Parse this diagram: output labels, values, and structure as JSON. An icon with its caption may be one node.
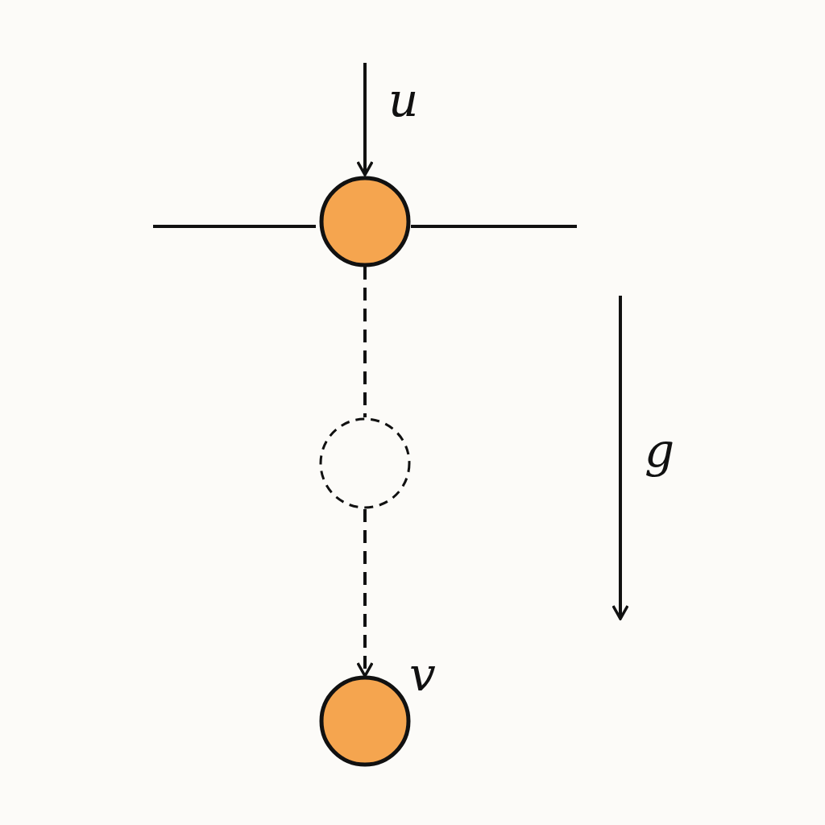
{
  "diagram": {
    "nodes": [
      {
        "text": [],
        "shape": "circle"
      },
      {
        "text": [],
        "shape": "circle"
      },
      {
        "text": [],
        "shape": "circle",
        "beside": [
          "v"
        ]
      }
    ],
    "edges": [
      {
        "from": null,
        "to": 0,
        "arrow": "to",
        "label": "u"
      },
      {
        "from": 0,
        "to": 1,
        "arrow": "none",
        "style": "dashed"
      },
      {
        "from": 1,
        "to": 2,
        "arrow": "to",
        "style": "dashed"
      }
    ],
    "labels": [
      "g"
    ]
  }
}
